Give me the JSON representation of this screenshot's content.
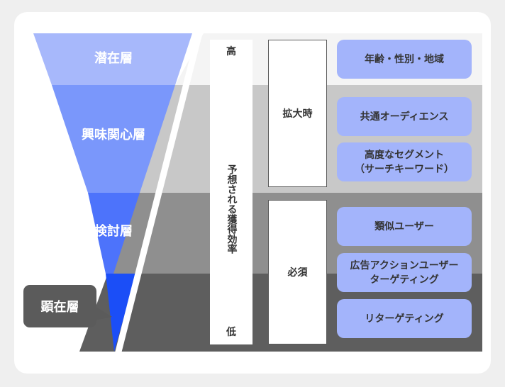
{
  "funnel": {
    "layers": [
      {
        "label": "潜在層",
        "color": "#a7b8fb"
      },
      {
        "label": "興味関心層",
        "color": "#7a97fb"
      },
      {
        "label": "検討層",
        "color": "#4d73fb"
      },
      {
        "label": "顕在層",
        "color": "#1b4ef7"
      }
    ],
    "callout_label": "顕在層",
    "callout_color": "#5b5b5b"
  },
  "bands": {
    "colors": [
      "#f4f4f4",
      "#c8c8c8",
      "#8f8f8f",
      "#5e5e5e"
    ]
  },
  "efficiency_axis": {
    "top_label": "高",
    "bottom_label": "低",
    "caption": "予想される獲得効率"
  },
  "phases": [
    {
      "label": "拡大時"
    },
    {
      "label": "必須"
    }
  ],
  "targeting": [
    {
      "line1": "年齢・性別・地域",
      "line2": ""
    },
    {
      "line1": "共通オーディエンス",
      "line2": ""
    },
    {
      "line1": "高度なセグメント",
      "line2": "（サーチキーワード）"
    },
    {
      "line1": "類似ユーザー",
      "line2": ""
    },
    {
      "line1": "広告アクションユーザー",
      "line2": "ターゲティング"
    },
    {
      "line1": "リターゲティング",
      "line2": ""
    }
  ],
  "pill_color": "#a3b4fb"
}
